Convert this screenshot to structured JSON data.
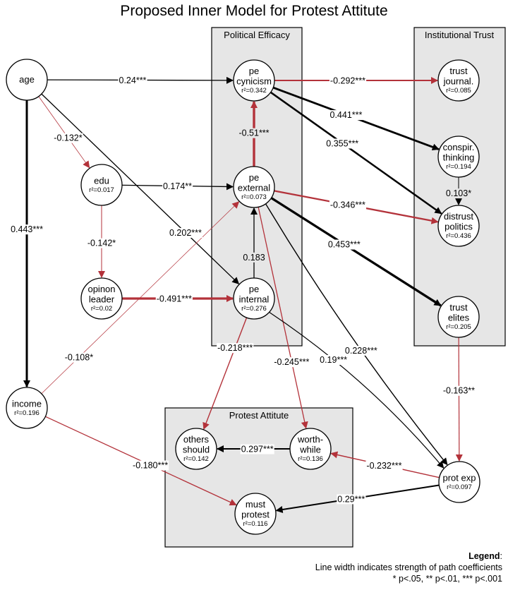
{
  "title": "Proposed Inner Model for Protest Attitute",
  "groups": {
    "political_efficacy": "Political Efficacy",
    "institutional_trust": "Institutional Trust",
    "protest_attitute": "Protest Attitute"
  },
  "nodes": {
    "age": {
      "lines": [
        "age"
      ],
      "r2": ""
    },
    "edu": {
      "lines": [
        "edu"
      ],
      "r2": "r²=0.017"
    },
    "opin": {
      "lines": [
        "opinon",
        "leader"
      ],
      "r2": "r²=0.02"
    },
    "inc": {
      "lines": [
        "income"
      ],
      "r2": "r²=0.196"
    },
    "pecyn": {
      "lines": [
        "pe",
        "cynicism"
      ],
      "r2": "r²=0.342"
    },
    "peext": {
      "lines": [
        "pe",
        "external"
      ],
      "r2": "r²=0.073"
    },
    "peint": {
      "lines": [
        "pe",
        "internal"
      ],
      "r2": "r²=0.276"
    },
    "tj": {
      "lines": [
        "trust",
        "journal."
      ],
      "r2": "r²=0.085"
    },
    "cons": {
      "lines": [
        "conspir.",
        "thinking"
      ],
      "r2": "r²=0.194"
    },
    "dist": {
      "lines": [
        "distrust",
        "politics"
      ],
      "r2": "r²=0.436"
    },
    "te": {
      "lines": [
        "trust",
        "elites"
      ],
      "r2": "r²=0.205"
    },
    "others": {
      "lines": [
        "others",
        "should"
      ],
      "r2": "r²=0.142"
    },
    "worth": {
      "lines": [
        "worth-",
        "while"
      ],
      "r2": "r²=0.136"
    },
    "must": {
      "lines": [
        "must",
        "protest"
      ],
      "r2": "r²=0.116"
    },
    "prot": {
      "lines": [
        "prot exp"
      ],
      "r2": "r²=0.097"
    }
  },
  "edges": [
    {
      "from": "age",
      "to": "pecyn",
      "label": "0.24***",
      "color": "black"
    },
    {
      "from": "age",
      "to": "edu",
      "label": "-0.132*",
      "color": "red"
    },
    {
      "from": "age",
      "to": "peint",
      "label": "0.202***",
      "color": "black"
    },
    {
      "from": "age",
      "to": "inc",
      "label": "0.443***",
      "color": "black"
    },
    {
      "from": "edu",
      "to": "peext",
      "label": "0.174**",
      "color": "black"
    },
    {
      "from": "edu",
      "to": "opin",
      "label": "-0.142*",
      "color": "red"
    },
    {
      "from": "opin",
      "to": "peint",
      "label": "-0.491***",
      "color": "red"
    },
    {
      "from": "inc",
      "to": "peext",
      "label": "-0.108*",
      "color": "red"
    },
    {
      "from": "inc",
      "to": "must",
      "label": "-0.180***",
      "color": "red"
    },
    {
      "from": "peext",
      "to": "pecyn",
      "label": "-0.51***",
      "color": "red"
    },
    {
      "from": "peint",
      "to": "peext",
      "label": "0.183",
      "color": "black"
    },
    {
      "from": "pecyn",
      "to": "tj",
      "label": "-0.292***",
      "color": "red"
    },
    {
      "from": "pecyn",
      "to": "cons",
      "label": "0.441***",
      "color": "black"
    },
    {
      "from": "pecyn",
      "to": "dist",
      "label": "0.355***",
      "color": "black"
    },
    {
      "from": "cons",
      "to": "dist",
      "label": "0.103*",
      "color": "black"
    },
    {
      "from": "peext",
      "to": "dist",
      "label": "-0.346***",
      "color": "red"
    },
    {
      "from": "peext",
      "to": "te",
      "label": "0.453***",
      "color": "black"
    },
    {
      "from": "peext",
      "to": "prot",
      "label": "0.228***",
      "color": "black"
    },
    {
      "from": "peext",
      "to": "worth",
      "label": "-0.245***",
      "color": "red"
    },
    {
      "from": "peint",
      "to": "others",
      "label": "-0.218***",
      "color": "red"
    },
    {
      "from": "peint",
      "to": "prot",
      "label": "0.19***",
      "color": "black"
    },
    {
      "from": "te",
      "to": "prot",
      "label": "-0.163**",
      "color": "red"
    },
    {
      "from": "prot",
      "to": "worth",
      "label": "-0.232***",
      "color": "red"
    },
    {
      "from": "prot",
      "to": "must",
      "label": "0.29***",
      "color": "black"
    },
    {
      "from": "worth",
      "to": "others",
      "label": "0.297***",
      "color": "black"
    }
  ],
  "legend": {
    "heading": "Legend",
    "colon": ":",
    "line1": "Line width indicates strength of path coefficients",
    "line2": "* p<.05, ** p<.01, *** p<.001"
  },
  "colors": {
    "black": "#000000",
    "red": "#b3323a",
    "panel": "#e6e6e6"
  }
}
